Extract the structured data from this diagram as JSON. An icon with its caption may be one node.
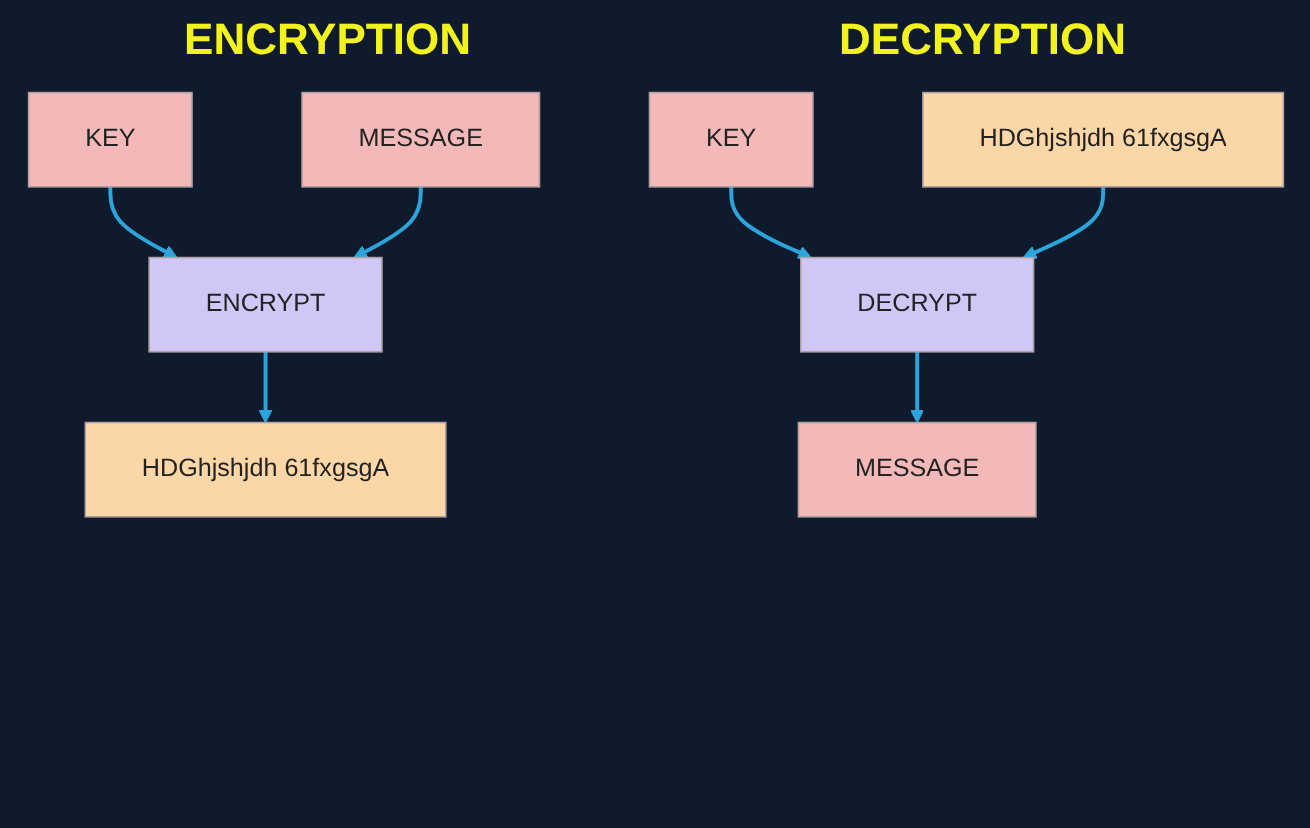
{
  "diagram": {
    "nodes": [
      {
        "text": [
          "KEY"
        ]
      },
      {
        "text": [
          "MESSAGE"
        ]
      },
      {
        "text": [
          "ENCRYPT"
        ]
      },
      {
        "text": [
          "HDGhjshjdh 61fxgsgA"
        ]
      },
      {
        "text": [
          "KEY"
        ]
      },
      {
        "text": [
          "HDGhjshjdh 61fxgsgA"
        ]
      },
      {
        "text": [
          "DECRYPT"
        ]
      },
      {
        "text": [
          "MESSAGE"
        ]
      }
    ],
    "edges": [
      {
        "from": 0,
        "to": 2,
        "arrow": "to"
      },
      {
        "from": 1,
        "to": 2,
        "arrow": "to"
      },
      {
        "from": 2,
        "to": 3,
        "arrow": "to"
      },
      {
        "from": 4,
        "to": 6,
        "arrow": "to"
      },
      {
        "from": 5,
        "to": 6,
        "arrow": "to"
      },
      {
        "from": 6,
        "to": 7,
        "arrow": "to"
      }
    ],
    "labels": [
      "ENCRYPTION",
      "DECRYPTION"
    ]
  }
}
